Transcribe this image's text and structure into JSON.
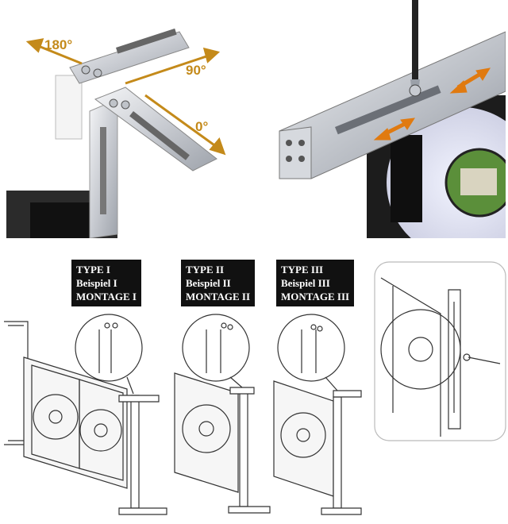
{
  "angles": [
    "180°",
    "90°",
    "0°"
  ],
  "types": [
    {
      "line1": "TYPE I",
      "line2": "Beispiel I",
      "line3": "MONTAGE I"
    },
    {
      "line1": "TYPE II",
      "line2": "Beispiel II",
      "line3": "MONTAGE II"
    },
    {
      "line1": "TYPE III",
      "line2": "Beispiel III",
      "line3": "MONTAGE III"
    }
  ],
  "colors": {
    "arrow": "#c48a1a",
    "orange_arrow": "#e07a10",
    "label_bg": "#111111"
  }
}
